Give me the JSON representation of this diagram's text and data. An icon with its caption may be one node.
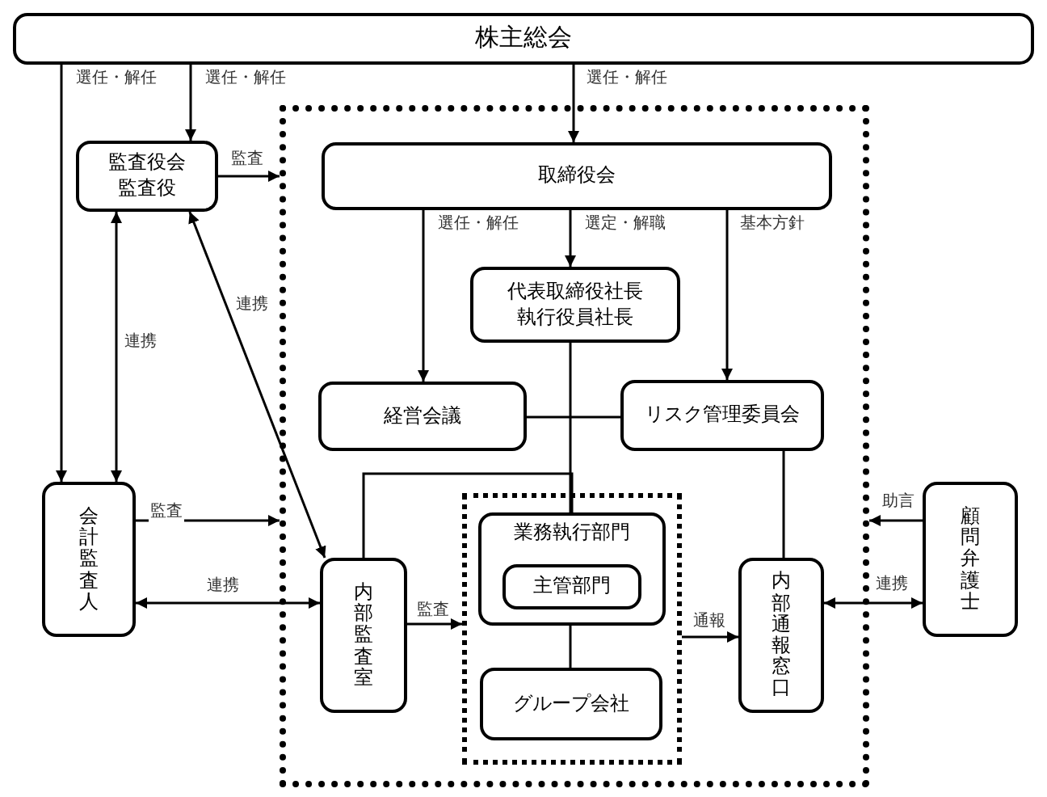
{
  "diagram": {
    "nodes": [
      {
        "text": [
          "株主総会"
        ]
      },
      {
        "text": [
          "監査役会",
          "監査役"
        ]
      },
      {
        "text": [],
        "shape": "box"
      },
      {
        "text": [
          "取締役会"
        ],
        "in": 2
      },
      {
        "text": [
          "代表取締役社長",
          "執行役員社長"
        ],
        "in": 2
      },
      {
        "text": [
          "経営会議"
        ],
        "in": 2
      },
      {
        "text": [
          "リスク管理委員会"
        ],
        "in": 2
      },
      {
        "text": [
          "会計監査人"
        ]
      },
      {
        "text": [
          "内部監査室"
        ],
        "in": 2
      },
      {
        "text": [],
        "shape": "box",
        "in": 2
      },
      {
        "text": [
          "業務執行部門"
        ],
        "in": 9
      },
      {
        "text": [
          "主管部門"
        ],
        "in": 10
      },
      {
        "text": [
          "グループ会社"
        ],
        "in": 9
      },
      {
        "text": [
          "内部通報窓口"
        ],
        "in": 2
      },
      {
        "text": [
          "顧問弁護士"
        ]
      }
    ],
    "edges": [
      {
        "from": 0,
        "to": 7,
        "arrow": "to",
        "label": "選任・解任"
      },
      {
        "from": 0,
        "to": 1,
        "arrow": "to",
        "label": "選任・解任"
      },
      {
        "from": 0,
        "to": 3,
        "arrow": "to",
        "label": "選任・解任"
      },
      {
        "from": 1,
        "to": 2,
        "arrow": "to",
        "label": "監査"
      },
      {
        "from": 1,
        "to": 7,
        "arrow": "both",
        "label": "連携"
      },
      {
        "from": 1,
        "to": 8,
        "arrow": "both",
        "label": "連携"
      },
      {
        "from": 3,
        "to": 5,
        "arrow": "to",
        "label": "選任・解任"
      },
      {
        "from": 3,
        "to": 4,
        "arrow": "to",
        "label": "選定・解職"
      },
      {
        "from": 3,
        "to": 6,
        "arrow": "to",
        "label": "基本方針"
      },
      {
        "from": 4,
        "to": 10,
        "arrow": "none"
      },
      {
        "from": 5,
        "to": 6,
        "arrow": "none"
      },
      {
        "from": 8,
        "to": 10,
        "arrow": "none"
      },
      {
        "from": 11,
        "to": 12,
        "arrow": "none"
      },
      {
        "from": 6,
        "to": 13,
        "arrow": "none"
      },
      {
        "from": 7,
        "to": 2,
        "arrow": "to",
        "label": "監査"
      },
      {
        "from": 7,
        "to": 8,
        "arrow": "both",
        "label": "連携"
      },
      {
        "from": 8,
        "to": 9,
        "arrow": "to",
        "label": "監査"
      },
      {
        "from": 9,
        "to": 13,
        "arrow": "to",
        "label": "通報"
      },
      {
        "from": 14,
        "to": 2,
        "arrow": "to",
        "label": "助言"
      },
      {
        "from": 13,
        "to": 14,
        "arrow": "both",
        "label": "連携"
      }
    ]
  }
}
